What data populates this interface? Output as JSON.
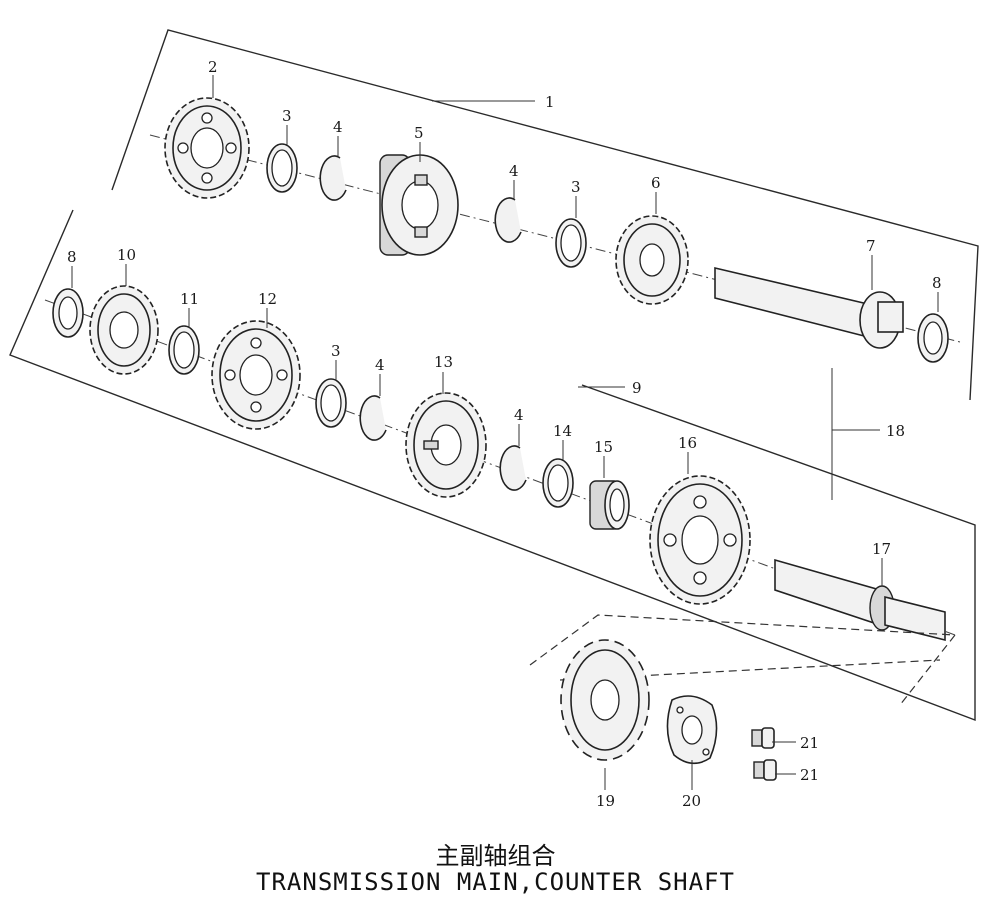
{
  "title_cn": "主副轴组合",
  "title_en": "TRANSMISSION MAIN,COUNTER SHAFT",
  "callouts": {
    "c1": "1",
    "c2": "2",
    "c3a": "3",
    "c4a": "4",
    "c5": "5",
    "c4b": "4",
    "c3b": "3",
    "c6": "6",
    "c7": "7",
    "c8a": "8",
    "c8b": "8",
    "c10": "10",
    "c11": "11",
    "c12": "12",
    "c3c": "3",
    "c4c": "4",
    "c13": "13",
    "c9": "9",
    "c4d": "4",
    "c14": "14",
    "c15": "15",
    "c16": "16",
    "c18": "18",
    "c17": "17",
    "c19": "19",
    "c20": "20",
    "c21a": "21",
    "c21b": "21"
  }
}
